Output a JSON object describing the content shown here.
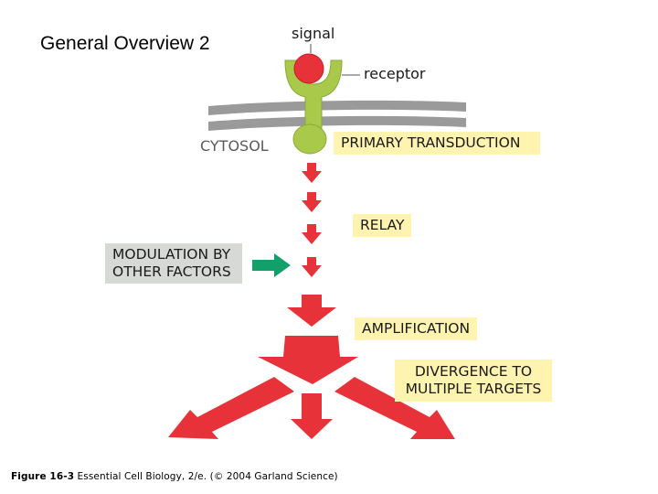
{
  "title": "General Overview 2",
  "labels": {
    "signal": "signal",
    "receptor": "receptor",
    "cytosol": "CYTOSOL"
  },
  "steps": {
    "primary": "PRIMARY TRANSDUCTION",
    "relay": "RELAY",
    "amplification": "AMPLIFICATION",
    "divergence_line1": "DIVERGENCE TO",
    "divergence_line2": "MULTIPLE TARGETS",
    "modulation_line1": "MODULATION BY",
    "modulation_line2": "OTHER FACTORS"
  },
  "caption": {
    "figure": "Figure 16-3",
    "text": "Essential Cell Biology, 2/e. (© 2004 Garland Science)"
  },
  "colors": {
    "signal_red": "#e8323a",
    "receptor_green": "#a9c94a",
    "membrane_gray": "#9a9a9a",
    "arrow_red": "#e8323a",
    "modulation_arrow": "#12a06a",
    "label_box_yellow": "#fff3b0",
    "modulation_box_gray": "#d6d9d5"
  }
}
